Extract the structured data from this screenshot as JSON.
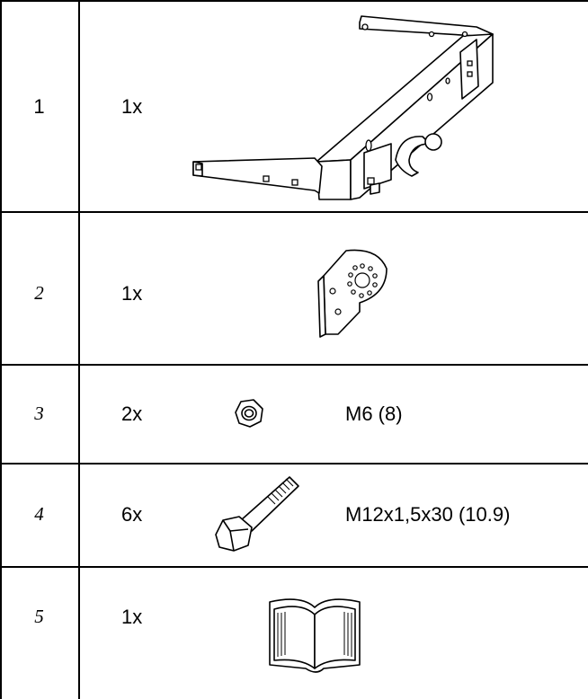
{
  "rows": [
    {
      "number": "1",
      "quantity": "1x",
      "spec": "",
      "icon": "tow-bar-assembly-icon"
    },
    {
      "number": "2",
      "quantity": "1x",
      "spec": "",
      "icon": "socket-plate-bracket-icon"
    },
    {
      "number": "3",
      "quantity": "2x",
      "spec": "M6 (8)",
      "icon": "hex-nut-icon"
    },
    {
      "number": "4",
      "quantity": "6x",
      "spec": "M12x1,5x30 (10.9)",
      "icon": "hex-bolt-icon"
    },
    {
      "number": "5",
      "quantity": "1x",
      "spec": "",
      "icon": "manual-book-icon"
    }
  ],
  "colors": {
    "line": "#000000",
    "background": "#ffffff"
  }
}
